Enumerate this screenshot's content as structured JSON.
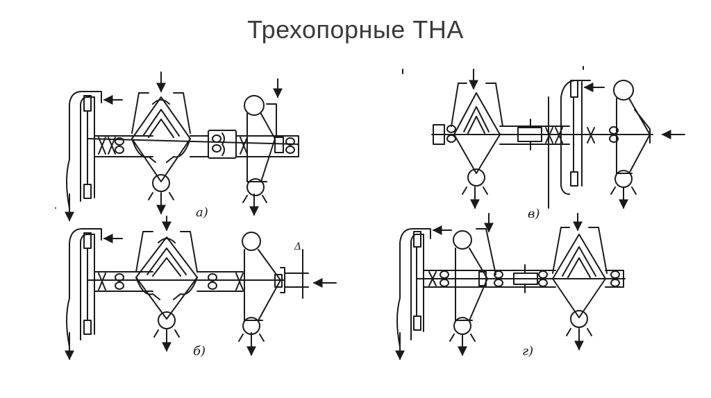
{
  "title": "Трехопорные ТНА",
  "figure": {
    "panels": [
      {
        "id": "a",
        "label": "а)"
      },
      {
        "id": "b",
        "label": "б)"
      },
      {
        "id": "v",
        "label": "в)"
      },
      {
        "id": "g",
        "label": "г)"
      }
    ],
    "dimension_mark": "Δ"
  },
  "colors": {
    "ink": "#1a1a1a",
    "title": "#3a3a3a",
    "background": "#ffffff"
  }
}
